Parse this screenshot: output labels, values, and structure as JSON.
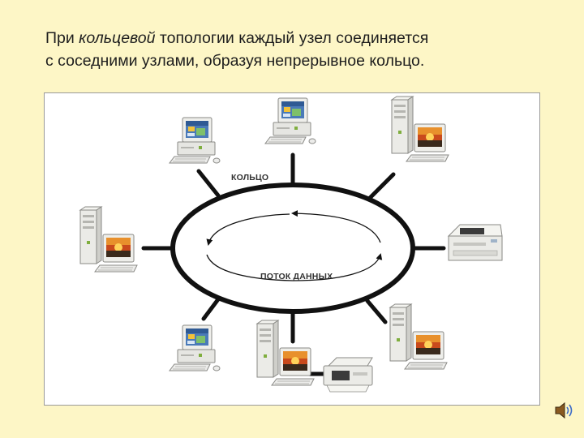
{
  "caption": {
    "line1_before": "При ",
    "line1_emphasis": "кольцевой",
    "line1_after": " топологии каждый узел соединяется",
    "line2": "с соседними узлами, образуя непрерывное кольцо."
  },
  "diagram": {
    "ring_label": "КОЛЬЦО",
    "flow_label": "ПОТОК ДАННЫХ",
    "nodes": [
      {
        "id": "pc-top-left",
        "icon": "desktop-computer-icon"
      },
      {
        "id": "pc-top-center",
        "icon": "desktop-computer-icon"
      },
      {
        "id": "tower-top-right",
        "icon": "tower-computer-icon"
      },
      {
        "id": "printer-right",
        "icon": "laser-printer-icon"
      },
      {
        "id": "tower-bottom-right",
        "icon": "tower-computer-icon"
      },
      {
        "id": "tower-bottom-center",
        "icon": "tower-computer-icon"
      },
      {
        "id": "inkjet-bottom",
        "icon": "inkjet-printer-icon"
      },
      {
        "id": "pc-bottom-left",
        "icon": "desktop-computer-icon"
      },
      {
        "id": "tower-left",
        "icon": "tower-computer-icon"
      }
    ]
  },
  "colors": {
    "background": "#fdf6c6",
    "panel": "#ffffff",
    "ring": "#111111"
  }
}
